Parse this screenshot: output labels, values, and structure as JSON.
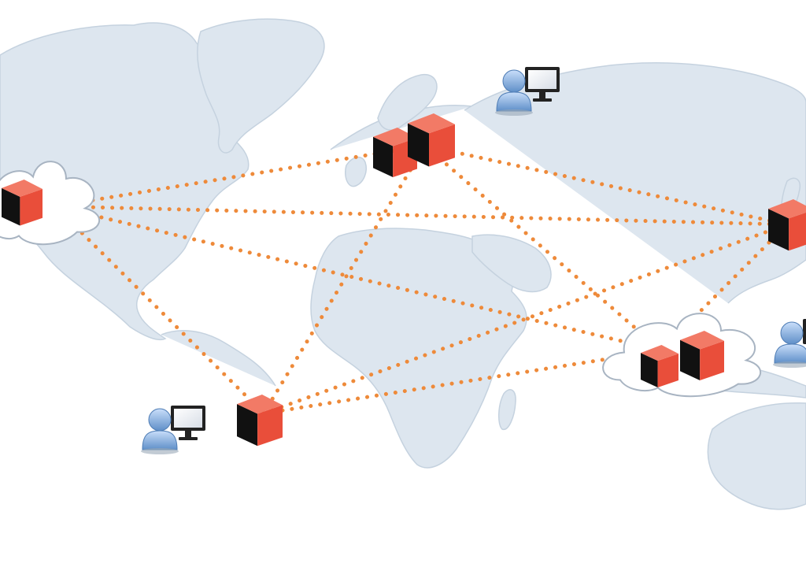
{
  "colors": {
    "background": "#ffffff",
    "land": "#dde6ef",
    "land_shadow": "#c5d2df",
    "link": "#ee8a3a",
    "cube_front": "#111111",
    "cube_side": "#e94e3a",
    "cube_top": "#f27a66",
    "cloud_fill": "#ffffff",
    "cloud_stroke": "#a8b4c2",
    "user_body": "#8fb4de",
    "monitor": "#222222"
  },
  "nodes": [
    {
      "id": "north-america-cloud",
      "kind": "cloud-server"
    },
    {
      "id": "europe-servers",
      "kind": "server-pair"
    },
    {
      "id": "east-asia-server",
      "kind": "server"
    },
    {
      "id": "south-america-server",
      "kind": "server"
    },
    {
      "id": "south-asia-cloud",
      "kind": "cloud-server-pair"
    },
    {
      "id": "russia-user",
      "kind": "user-workstation"
    },
    {
      "id": "south-america-user",
      "kind": "user-workstation"
    },
    {
      "id": "southeast-asia-user",
      "kind": "user-workstation"
    }
  ],
  "links": [
    {
      "from": "north-america-cloud",
      "to": "europe-servers"
    },
    {
      "from": "north-america-cloud",
      "to": "east-asia-server"
    },
    {
      "from": "north-america-cloud",
      "to": "south-asia-cloud"
    },
    {
      "from": "north-america-cloud",
      "to": "south-america-server"
    },
    {
      "from": "europe-servers",
      "to": "east-asia-server"
    },
    {
      "from": "europe-servers",
      "to": "south-asia-cloud"
    },
    {
      "from": "europe-servers",
      "to": "south-america-server"
    },
    {
      "from": "south-america-server",
      "to": "south-asia-cloud"
    },
    {
      "from": "south-america-server",
      "to": "east-asia-server"
    },
    {
      "from": "south-asia-cloud",
      "to": "east-asia-server"
    }
  ]
}
